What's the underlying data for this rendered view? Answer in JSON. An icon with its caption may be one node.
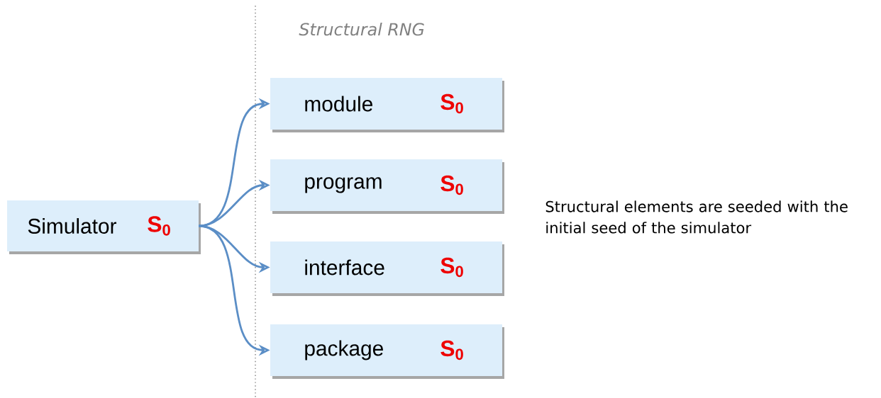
{
  "diagram": {
    "nodes": [
      {
        "text": [
          "Simulator",
          "S$_{0}$"
        ]
      },
      {
        "text": [
          "module",
          "S$_{0}$"
        ]
      },
      {
        "text": [
          "program",
          "S$_{0}$"
        ]
      },
      {
        "text": [
          "interface",
          "S$_{0}$"
        ]
      },
      {
        "text": [
          "package",
          "S$_{0}$"
        ]
      }
    ],
    "edges": [
      {
        "from": 0,
        "to": 1,
        "arrow": "to"
      },
      {
        "from": 0,
        "to": 2,
        "arrow": "to"
      },
      {
        "from": 0,
        "to": 3,
        "arrow": "to"
      },
      {
        "from": 0,
        "to": 4,
        "arrow": "to"
      }
    ],
    "labels": [
      "Structural RNG",
      "Structural elements are seeded with the initial seed of the simulator"
    ]
  }
}
